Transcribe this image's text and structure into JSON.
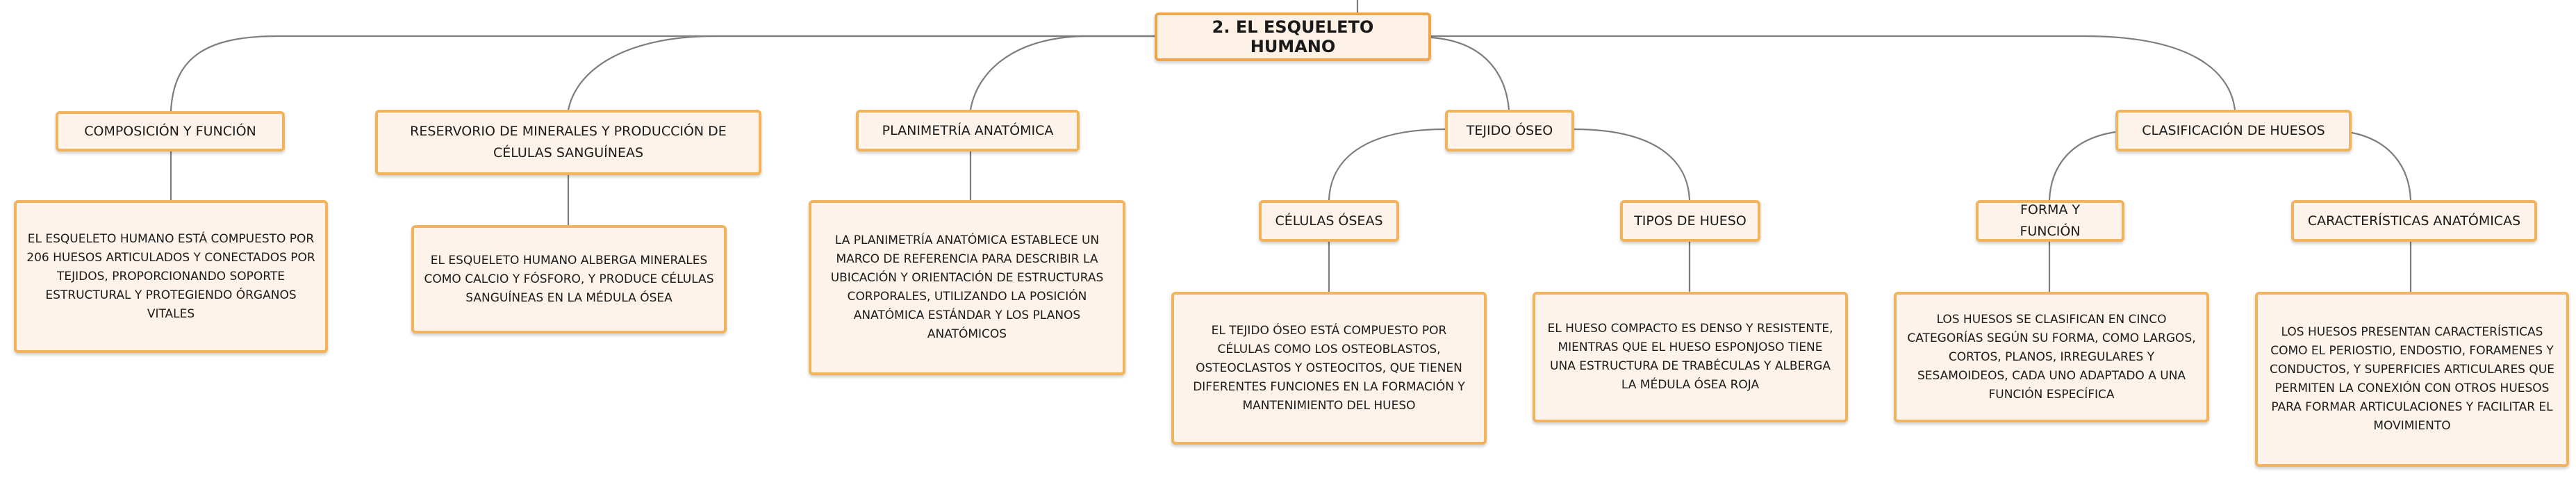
{
  "root": {
    "label": "2. EL ESQUELETO HUMANO"
  },
  "branches": {
    "composicion": {
      "label": "COMPOSICIÓN Y FUNCIÓN",
      "desc": "EL ESQUELETO HUMANO ESTÁ COMPUESTO POR 206 HUESOS ARTICULADOS Y CONECTADOS POR TEJIDOS, PROPORCIONANDO SOPORTE ESTRUCTURAL Y PROTEGIENDO ÓRGANOS VITALES"
    },
    "reservorio": {
      "label": "RESERVORIO DE MINERALES Y PRODUCCIÓN DE CÉLULAS SANGUÍNEAS",
      "desc": "EL ESQUELETO HUMANO ALBERGA MINERALES COMO CALCIO Y FÓSFORO, Y PRODUCE CÉLULAS SANGUÍNEAS EN LA MÉDULA ÓSEA"
    },
    "planimetria": {
      "label": "PLANIMETRÍA ANATÓMICA",
      "desc": "LA PLANIMETRÍA ANATÓMICA ESTABLECE UN MARCO DE REFERENCIA PARA DESCRIBIR LA UBICACIÓN Y ORIENTACIÓN DE ESTRUCTURAS CORPORALES, UTILIZANDO LA POSICIÓN ANATÓMICA ESTÁNDAR Y LOS PLANOS ANATÓMICOS"
    },
    "tejido": {
      "label": "TEJIDO ÓSEO",
      "celulas": {
        "label": "CÉLULAS ÓSEAS",
        "desc": "EL TEJIDO ÓSEO ESTÁ COMPUESTO POR CÉLULAS COMO LOS OSTEOBLASTOS, OSTEOCLASTOS Y OSTEOCITOS, QUE TIENEN DIFERENTES FUNCIONES EN LA FORMACIÓN Y MANTENIMIENTO DEL HUESO"
      },
      "tipos": {
        "label": "TIPOS DE HUESO",
        "desc": "EL HUESO COMPACTO ES DENSO Y RESISTENTE, MIENTRAS QUE EL HUESO ESPONJOSO TIENE UNA ESTRUCTURA DE TRABÉCULAS Y ALBERGA LA MÉDULA ÓSEA ROJA"
      }
    },
    "clasificacion": {
      "label": "CLASIFICACIÓN DE HUESOS",
      "forma": {
        "label": "FORMA Y FUNCIÓN",
        "desc": "LOS HUESOS SE CLASIFICAN EN CINCO CATEGORÍAS SEGÚN SU FORMA, COMO LARGOS, CORTOS, PLANOS, IRREGULARES Y SESAMOIDEOS, CADA UNO ADAPTADO A UNA FUNCIÓN ESPECÍFICA"
      },
      "caracteristicas": {
        "label": "CARACTERÍSTICAS ANATÓMICAS",
        "desc": "LOS HUESOS PRESENTAN CARACTERÍSTICAS COMO EL PERIOSTIO, ENDOSTIO, FORAMENES Y CONDUCTOS, Y SUPERFICIES ARTICULARES QUE PERMITEN LA CONEXIÓN CON OTROS HUESOS PARA FORMAR ARTICULACIONES Y FACILITAR EL MOVIMIENTO"
      }
    }
  },
  "colors": {
    "border": "#f3b25c",
    "fill": "#fdf3ea",
    "connector": "#7d7d7d"
  }
}
